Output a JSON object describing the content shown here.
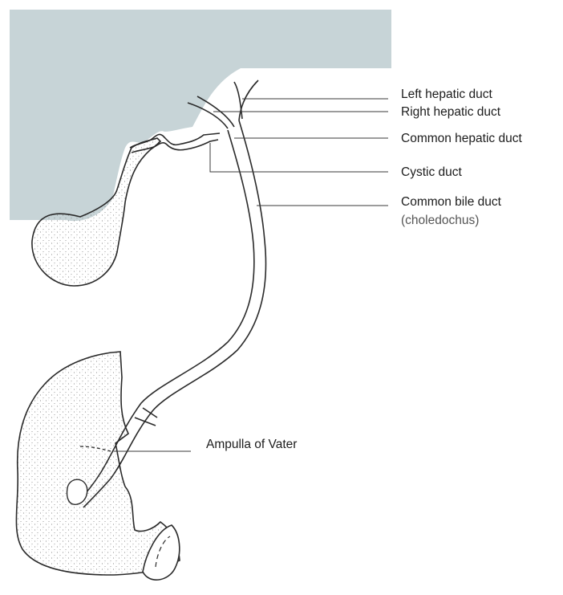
{
  "labels": {
    "left_hepatic_duct": "Left hepatic duct",
    "right_hepatic_duct": "Right hepatic duct",
    "common_hepatic_duct": "Common hepatic duct",
    "cystic_duct": "Cystic duct",
    "common_bile_duct": "Common bile duct",
    "choledochus": "(choledochus)",
    "ampulla_of_vater": "Ampulla of Vater"
  },
  "colors": {
    "liver_fill": "#c7d4d7",
    "outline": "#2a2a2a",
    "leader_line": "#3a3a3a",
    "stipple": "#6a6a6a"
  }
}
